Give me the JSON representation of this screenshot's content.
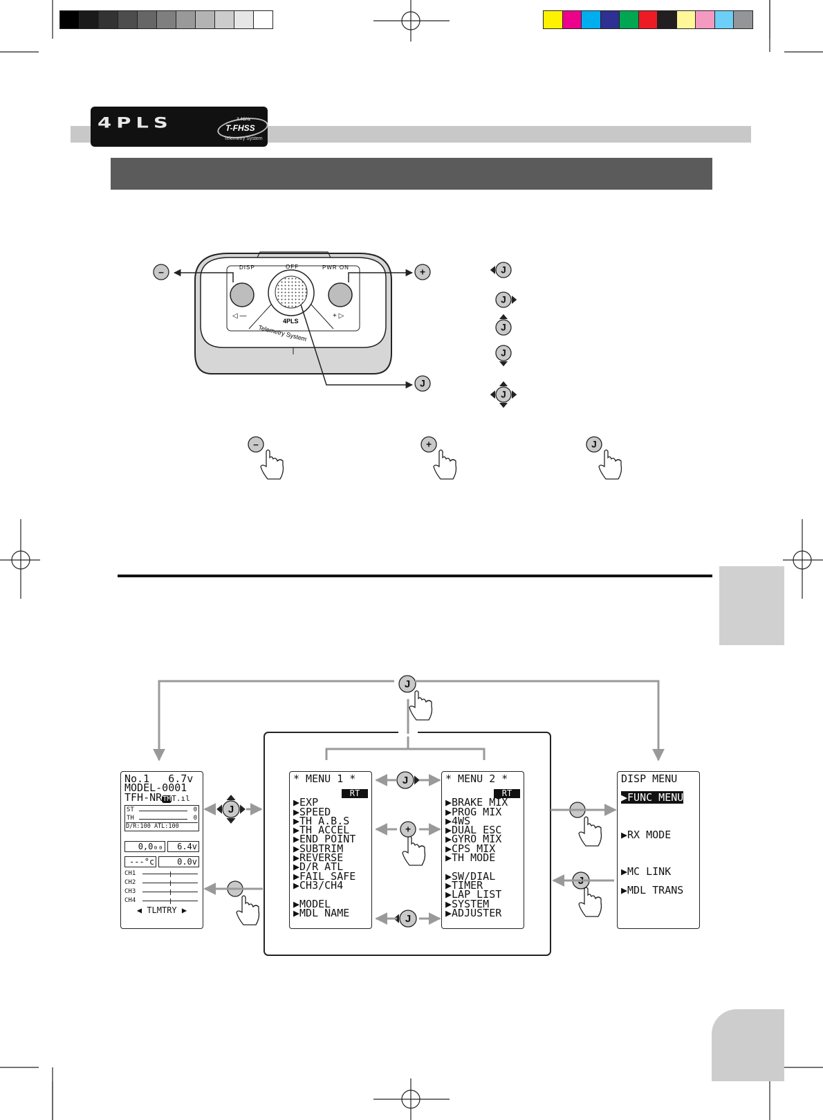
{
  "header": {
    "grayscale_swatches": [
      "#000000",
      "#1a1a1a",
      "#333333",
      "#4d4d4d",
      "#666666",
      "#7f7f7f",
      "#999999",
      "#b3b3b3",
      "#cccccc",
      "#e6e6e6",
      "#ffffff"
    ],
    "color_swatches": [
      "#fff200",
      "#ec008c",
      "#00aeef",
      "#2e3192",
      "#00a651",
      "#ed1c24",
      "#231f20",
      "#fff799",
      "#f49ac1",
      "#6dcff6",
      "#939598"
    ]
  },
  "logo": {
    "mark": "4PLS",
    "badge_small": "2.4GHz",
    "badge": "T-FHSS",
    "tagline": "Telemetry System"
  },
  "transmitter": {
    "label_disp": "DISP",
    "label_off": "OFF",
    "label_pwr_on": "PWR ON",
    "label_minus": "◁ —",
    "label_plus": "+ ▷",
    "body_brand": "4PLS",
    "body_tagline": "Telemetry System"
  },
  "keys": {
    "minus": "–",
    "plus": "+",
    "j": "J"
  },
  "screens": {
    "home": {
      "lines": [
        "No.1   6.7v",
        "MODEL-0001",
        "TFH-NR"
      ],
      "tm_badge": "TM",
      "st": "ST",
      "th": "TH",
      "st_val": "0",
      "th_val": "0",
      "dr": "D/R:100 ATL:100",
      "box1": "0,0₀₀",
      "box2": "6.4v",
      "box3": "---°c",
      "box4": "0.0v",
      "channels": [
        "CH1",
        "CH2",
        "CH3",
        "CH4"
      ],
      "tlmtry": "TLMTRY"
    },
    "menu1": {
      "title": "* MENU 1 *",
      "badge": "RT",
      "items": [
        "▶EXP",
        "▶SPEED",
        "▶TH A.B.S",
        "▶TH ACCEL",
        "▶END POINT",
        "▶SUBTRIM",
        "▶REVERSE",
        "▶D/R ATL",
        "▶FAIL SAFE",
        "▶CH3/CH4",
        "",
        "▶MODEL",
        "▶MDL NAME"
      ]
    },
    "menu2": {
      "title": "* MENU 2 *",
      "badge": "RT",
      "items": [
        "▶BRAKE MIX",
        "▶PROG MIX",
        "▶4WS",
        "▶DUAL ESC",
        "▶GYRO MIX",
        "▶CPS MIX",
        "▶TH MODE",
        "",
        "▶SW/DIAL",
        "▶TIMER",
        "▶LAP LIST",
        "▶SYSTEM",
        "▶ADJUSTER"
      ]
    },
    "disp_menu": {
      "title": "DISP MENU",
      "items": [
        "▶FUNC MENU",
        "▶RX MODE",
        "▶MC LINK",
        "▶MDL TRANS"
      ]
    }
  }
}
